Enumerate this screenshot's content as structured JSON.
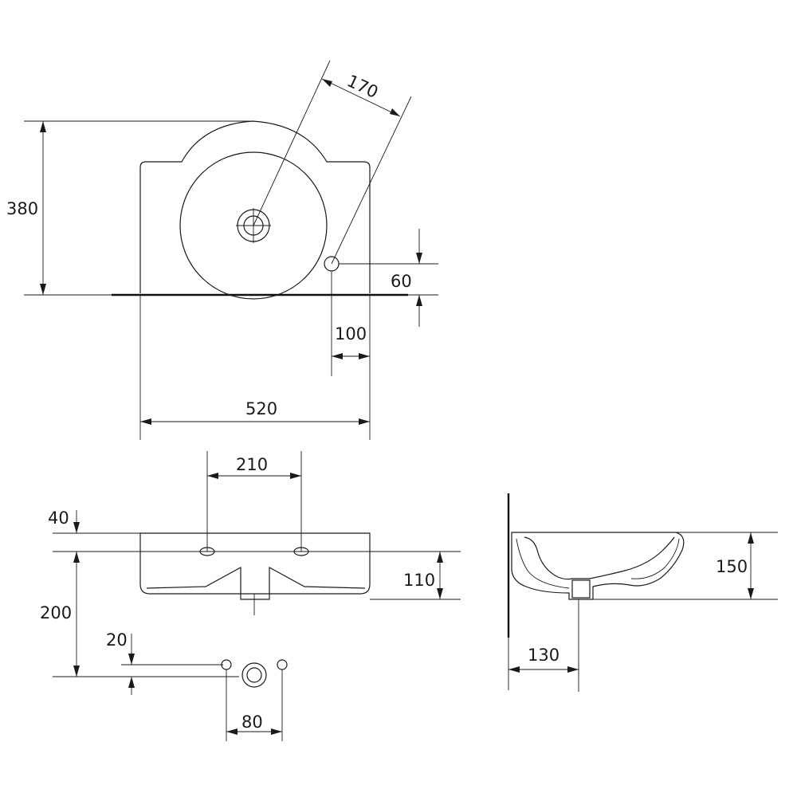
{
  "diagram": {
    "views": {
      "top_view": {
        "dimensions": {
          "height": "380",
          "bowl_offset": "170",
          "depth_step": "60",
          "tap_offset": "100",
          "width": "520"
        }
      },
      "front_view": {
        "dimensions": {
          "hole_spacing": "210",
          "top_offset": "40",
          "drain_height": "200",
          "rim_height": "110",
          "bolt_offset": "20",
          "bolt_spacing": "80"
        }
      },
      "side_view": {
        "dimensions": {
          "bowl_height": "150",
          "drain_projection": "130"
        }
      }
    }
  }
}
